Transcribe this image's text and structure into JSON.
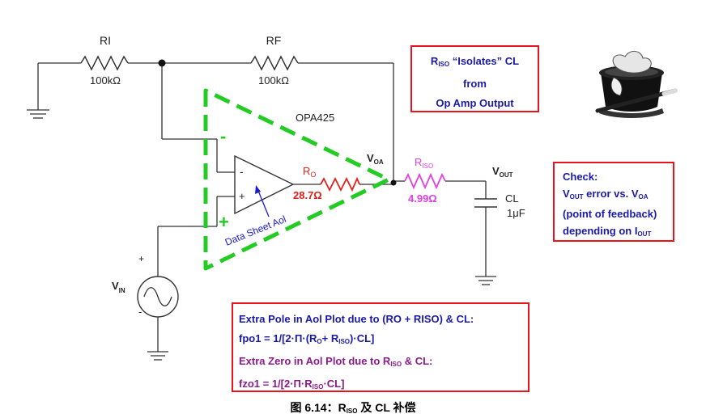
{
  "labels": {
    "ri": "RI",
    "ri_value": "100kΩ",
    "rf": "RF",
    "rf_value": "100kΩ",
    "opamp_name": "OPA425",
    "minus_sign": "-",
    "plus_sign": "+",
    "green_minus": "-",
    "green_plus": "+",
    "ro_main": "R",
    "ro_sub": "O",
    "ro_value": "28.7Ω",
    "voa_main": "V",
    "voa_sub": "OA",
    "riso_main": "R",
    "riso_sub": "ISO",
    "riso_value": "4.99Ω",
    "vout_main": "V",
    "vout_sub": "OUT",
    "cl": "CL",
    "cl_value": "1μF",
    "vin_main": "V",
    "vin_sub": "IN",
    "vin_plus": "+",
    "vin_minus": "-",
    "data_sheet_aol": "Data Sheet Aol"
  },
  "riso_box": {
    "line1_main": "R",
    "line1_sub": "ISO",
    "line1_rest": " “Isolates” CL",
    "line2": "from",
    "line3": "Op Amp Output"
  },
  "check_box": {
    "line1": "Check:",
    "line2_a": "V",
    "line2_a_sub": "OUT",
    "line2_b": " error vs. V",
    "line2_b_sub": "OA",
    "line3": "(point of feedback)",
    "line4_a": "depending on I",
    "line4_a_sub": "OUT"
  },
  "formula_box": {
    "line1": "Extra Pole in Aol Plot due to (RO + RISO)  & CL:",
    "line2_a": "fpo1 = 1/[2·Π·(R",
    "line2_sub1": "O",
    "line2_b": "+ R",
    "line2_sub2": "ISO",
    "line2_c": ")·CL]",
    "line3_a": "Extra Zero in Aol Plot due to R",
    "line3_sub": "ISO",
    "line3_b": " & CL:",
    "line4_a": "fzo1 = 1/[2·Π·R",
    "line4_sub": "ISO",
    "line4_b": "·CL]"
  },
  "caption": {
    "prefix": "图 6.14：R",
    "sub": "ISO",
    "suffix": " 及 CL 补偿"
  },
  "colors": {
    "wire": "#333333",
    "green_dash": "#22cc22",
    "resistor_red": "#e0201a",
    "riso_magenta": "#e040e0",
    "box_border": "#e8141b",
    "box_text_blue": "#1a1aa8",
    "box_text_purple": "#8b1a8b",
    "arrow_blue": "#1a1ad0"
  },
  "icons": {
    "logo": "magic-hat-wand-icon"
  }
}
